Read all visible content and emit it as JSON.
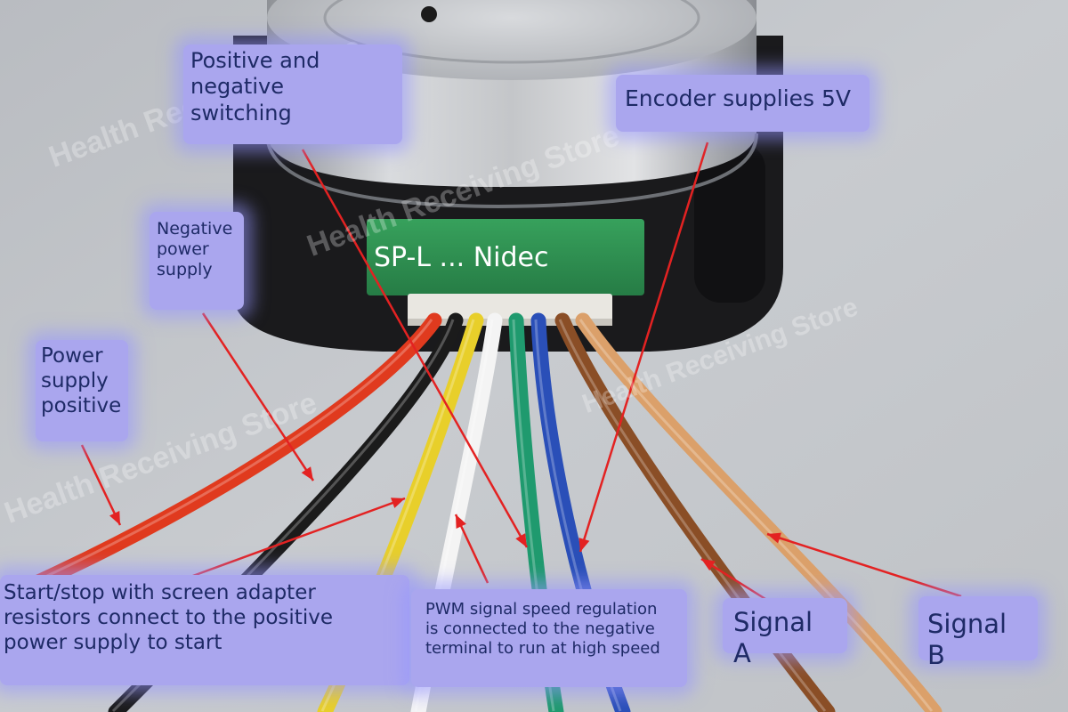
{
  "colors": {
    "label_bg": "#aaa6ee",
    "label_text": "#1e2a66",
    "arrow": "#e32222",
    "board": "#2f9a55"
  },
  "board_label": "SP-L ... Nidec",
  "watermark": "Health Receiving Store",
  "wires": [
    {
      "name": "red",
      "color": "#e03a1e"
    },
    {
      "name": "black",
      "color": "#1b1b1b"
    },
    {
      "name": "yellow",
      "color": "#e8cf2a"
    },
    {
      "name": "white",
      "color": "#f4f4f4"
    },
    {
      "name": "green",
      "color": "#1f9a6e"
    },
    {
      "name": "blue",
      "color": "#2a4fb8"
    },
    {
      "name": "brown",
      "color": "#8a4e26"
    },
    {
      "name": "orange",
      "color": "#dba06a"
    }
  ],
  "labels": {
    "pos_neg_switching": "Positive and\nnegative\nswitching",
    "encoder_5v": "Encoder supplies 5V",
    "negative_power": "Negative\npower\nsupply",
    "power_positive": "Power\nsupply\npositive",
    "start_stop": "Start/stop with screen adapter\nresistors connect to the positive\npower supply to start",
    "pwm": "PWM signal speed regulation\nis connected to the negative\nterminal to run at high speed",
    "signal_a": "Signal A",
    "signal_b": "Signal B"
  }
}
